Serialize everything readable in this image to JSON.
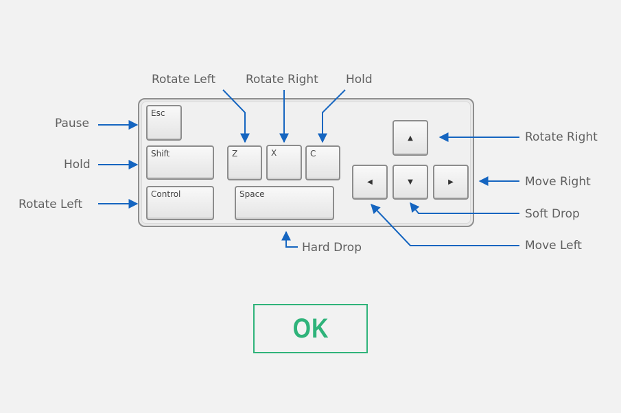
{
  "keys": {
    "esc": "Esc",
    "shift": "Shift",
    "control": "Control",
    "z": "Z",
    "x": "X",
    "c": "C",
    "space": "Space",
    "up_icon": "arrow-up-icon",
    "down_icon": "arrow-down-icon",
    "left_icon": "arrow-left-icon",
    "right_icon": "arrow-right-icon"
  },
  "callouts": {
    "pause": "Pause",
    "hold_left": "Hold",
    "rotate_left_left": "Rotate Left",
    "rotate_left_top": "Rotate Left",
    "rotate_right_top": "Rotate Right",
    "hold_top": "Hold",
    "rotate_right_right": "Rotate Right",
    "move_right": "Move Right",
    "soft_drop": "Soft Drop",
    "move_left": "Move Left",
    "hard_drop": "Hard Drop"
  },
  "ok_button": {
    "label": "OK"
  },
  "colors": {
    "arrow": "#1565c0",
    "ok_accent": "#2fb37a",
    "text": "#616161",
    "background": "#f2f2f2"
  }
}
